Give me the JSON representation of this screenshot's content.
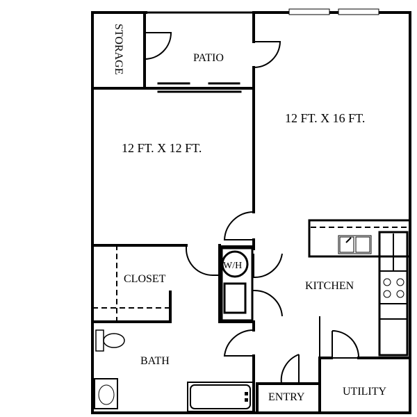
{
  "rooms": {
    "storage": "STORAGE",
    "patio": "PATIO",
    "bedroom": "12 FT. X 12 FT.",
    "living": "12 FT. X 16 FT.",
    "closet": "CLOSET",
    "water_heater": "W/H",
    "kitchen": "KITCHEN",
    "bath": "BATH",
    "entry": "ENTRY",
    "utility": "UTILITY"
  }
}
